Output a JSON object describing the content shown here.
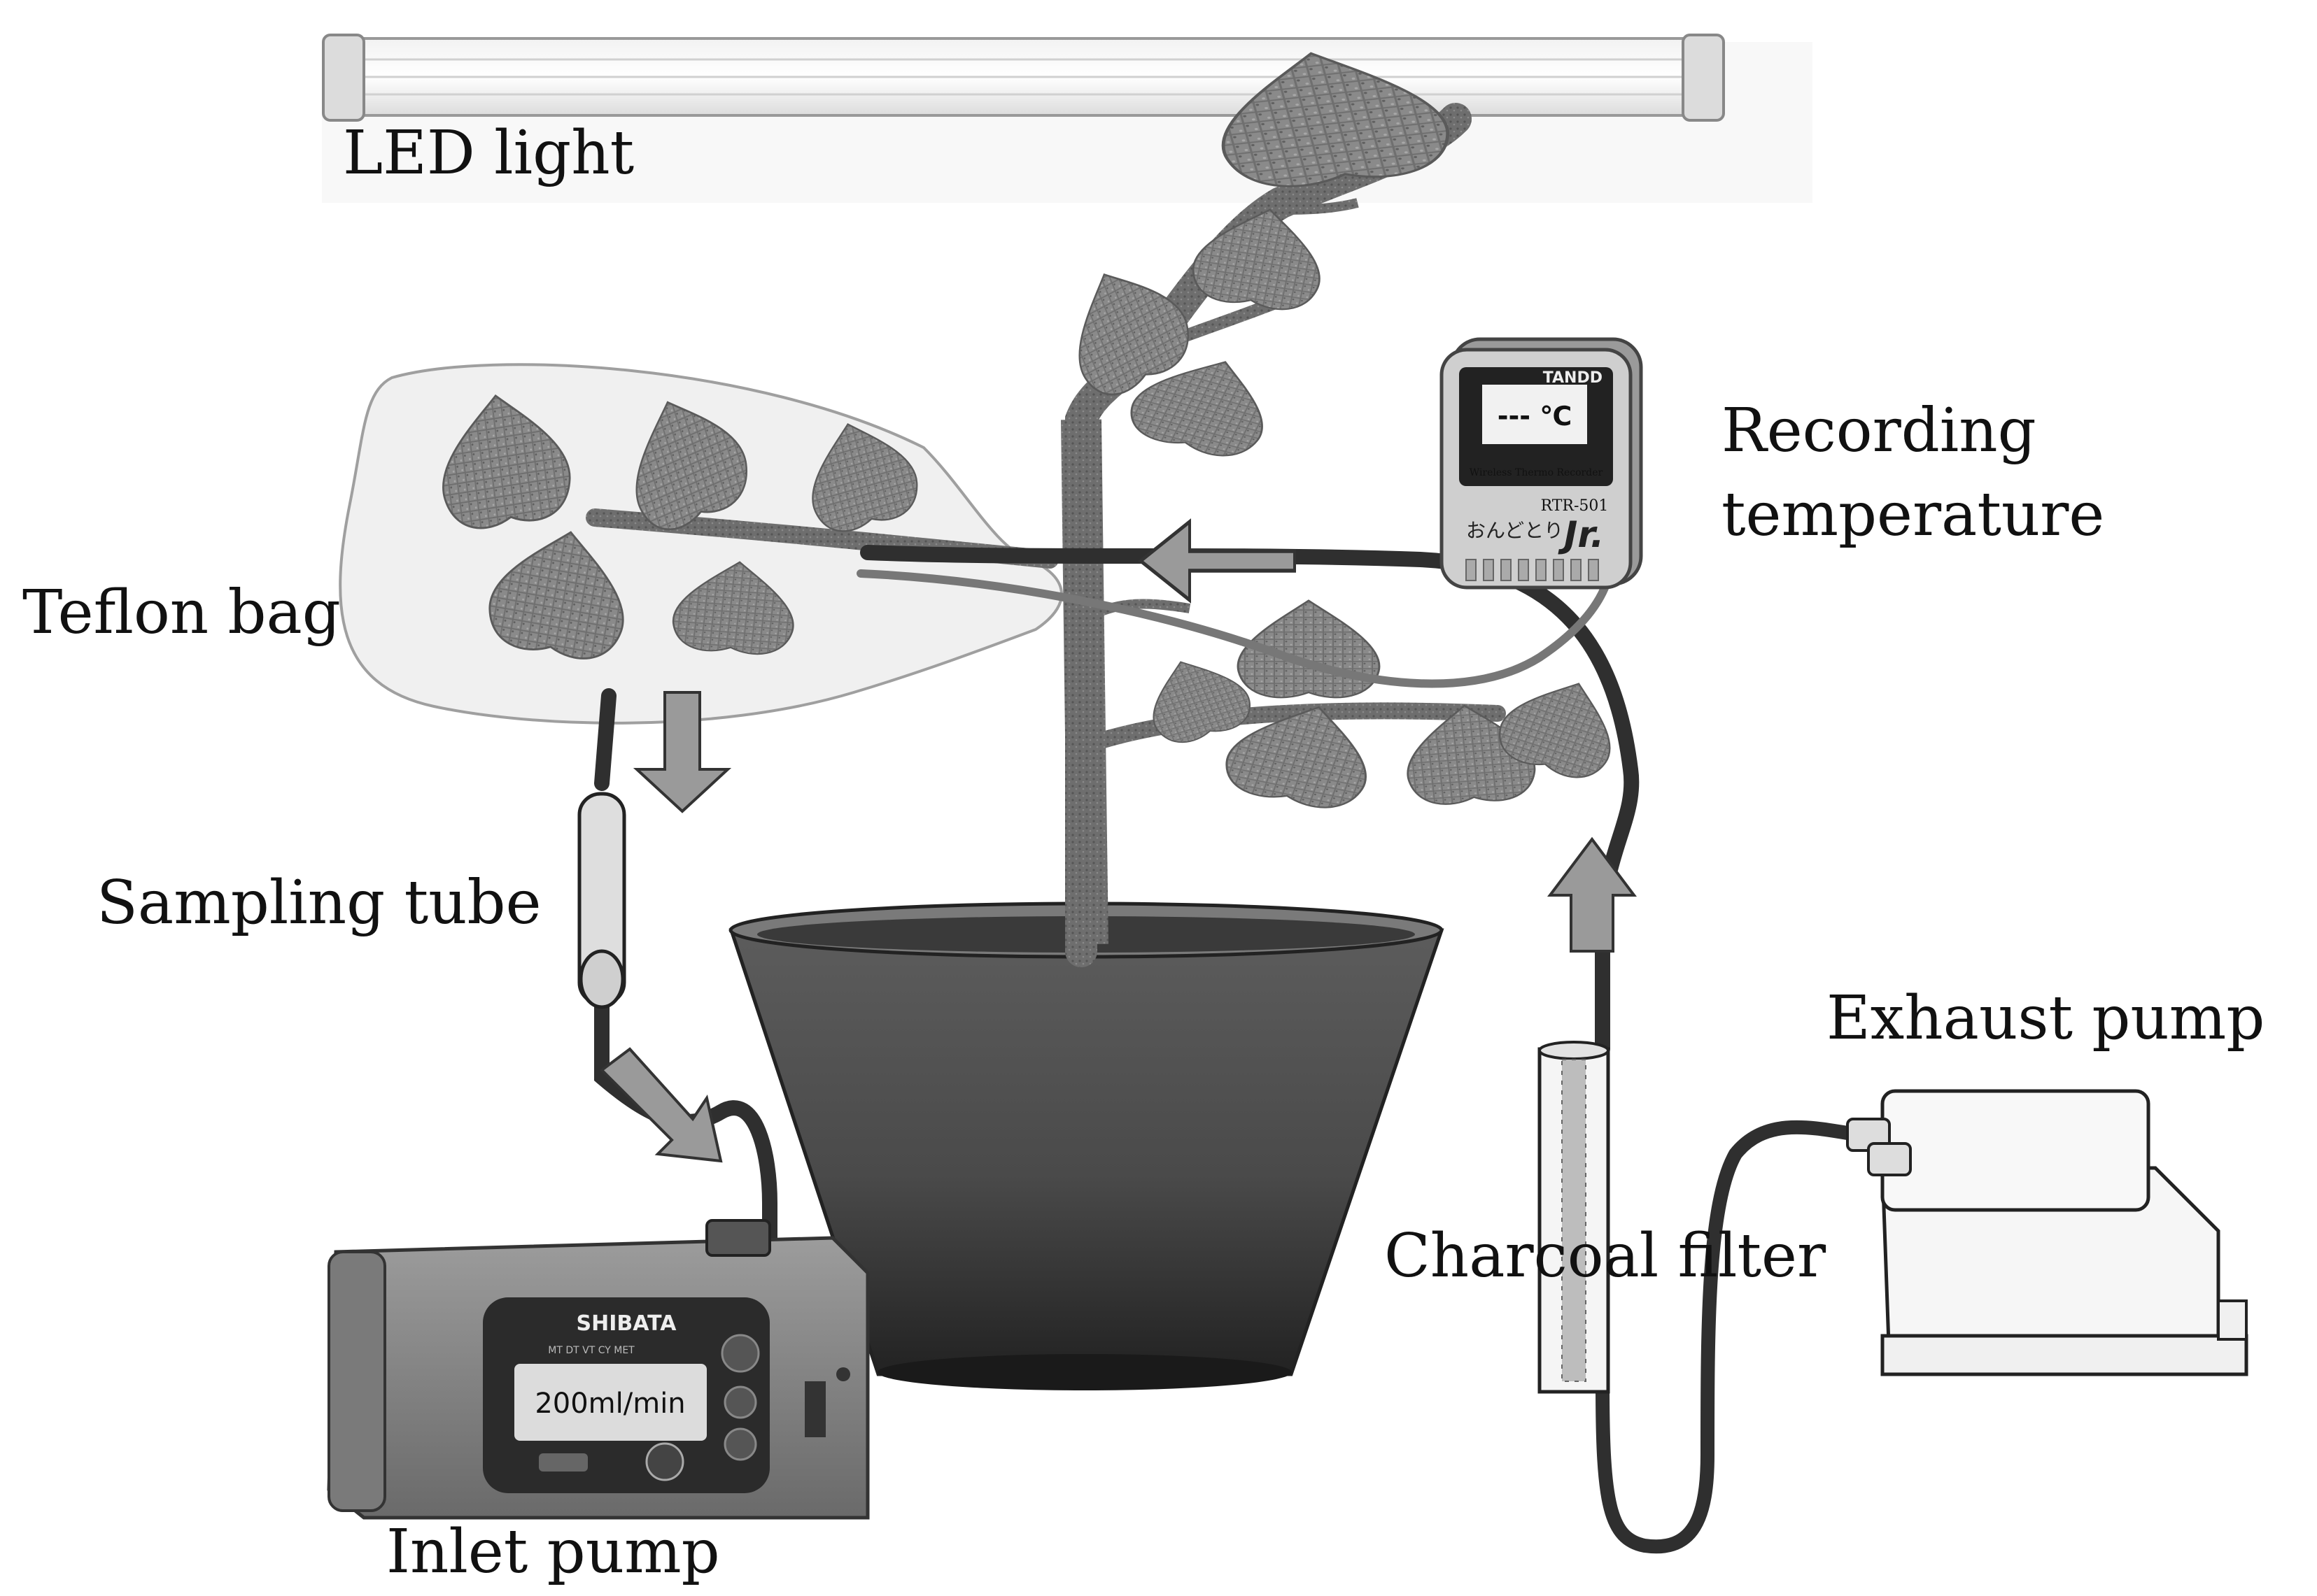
{
  "labels": {
    "led_light": "LED light",
    "teflon_bag": "Teflon bag",
    "sampling_tube": "Sampling tube",
    "recording_temperature_line1": "Recording",
    "recording_temperature_line2": "temperature",
    "exhaust_pump": "Exhaust pump",
    "charcoal_filter": "Charcoal filter",
    "inlet_pump": "Inlet pump"
  },
  "thermo_recorder": {
    "brand": "TANDD",
    "reading": "--- ℃",
    "caption": "Wireless Thermo Recorder",
    "model": "RTR-501",
    "product_name_jp": "おんどとり",
    "product_suffix": "Jr."
  },
  "inlet_pump_device": {
    "brand": "SHIBATA",
    "mode_row": "MT  DT  VT  CY  MET",
    "display_value": "200ml/min"
  },
  "icons": [
    "led-tube-icon",
    "plant-icon",
    "pot-icon",
    "flow-arrow-icon",
    "temperature-logger-icon",
    "pump-icon",
    "charcoal-filter-icon",
    "sampling-tube-icon"
  ]
}
